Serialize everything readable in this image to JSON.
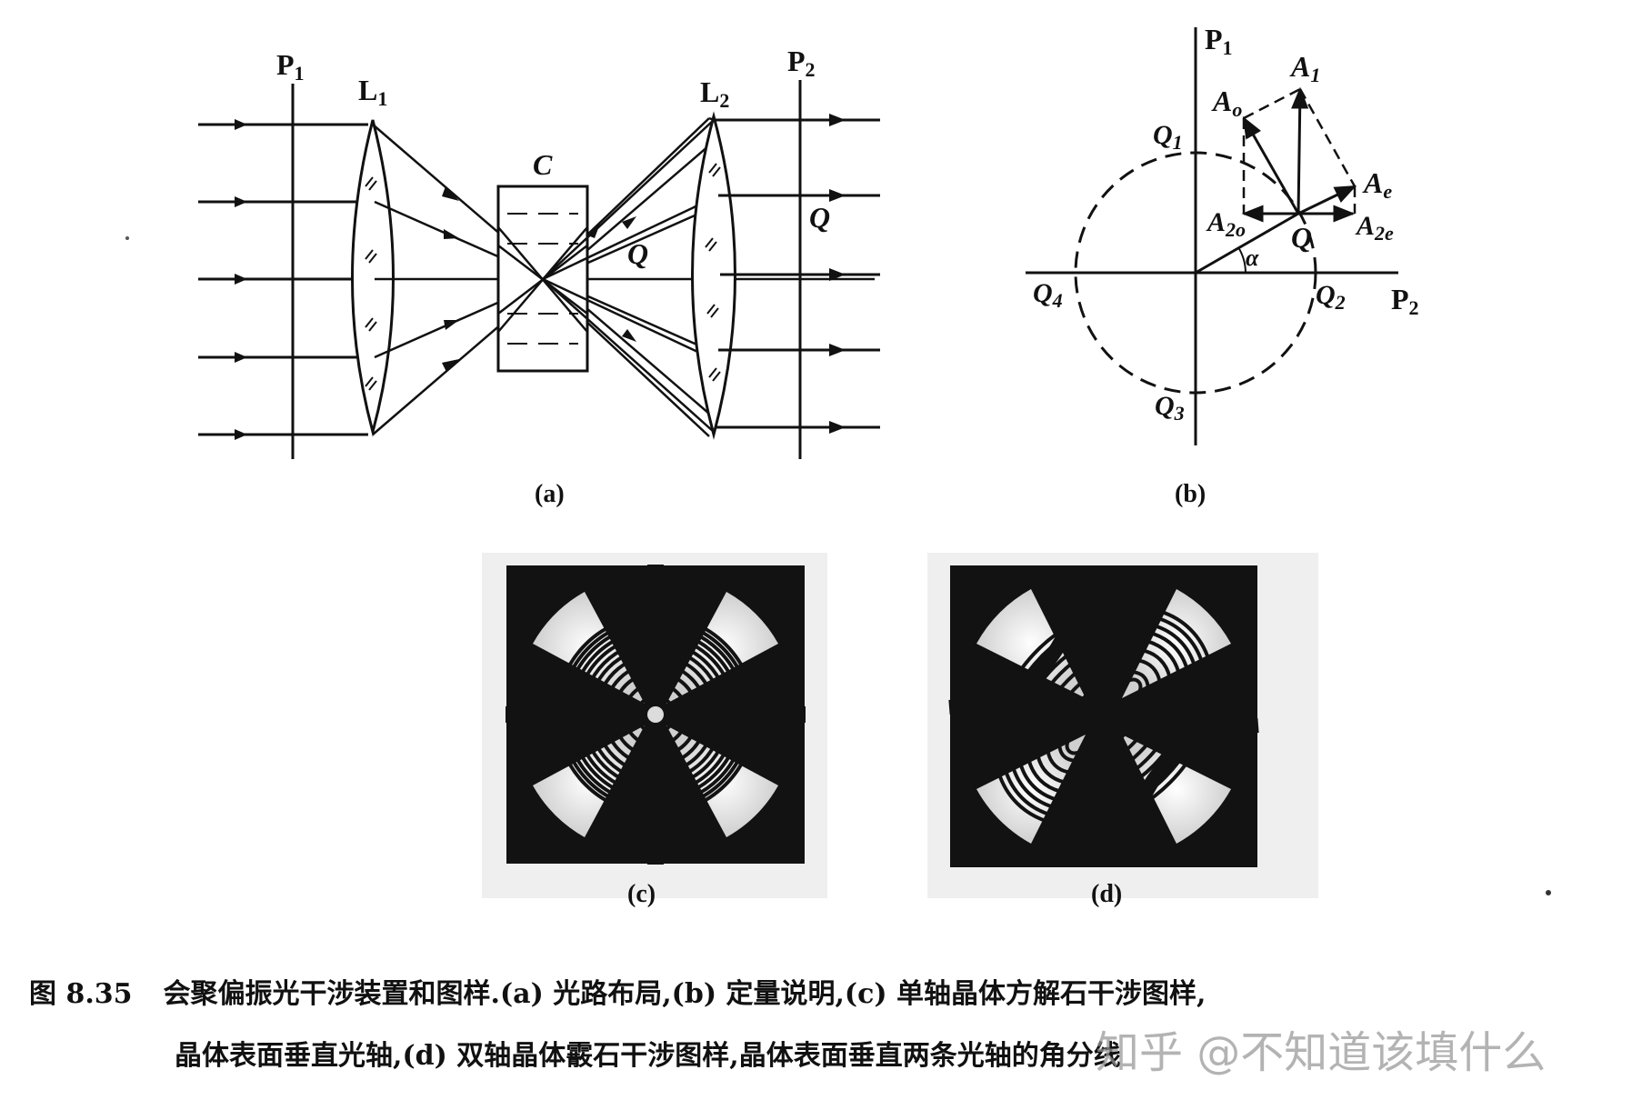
{
  "panel_a": {
    "label_P1": "P",
    "label_P1_sub": "1",
    "label_P2": "P",
    "label_P2_sub": "2",
    "label_L1": "L",
    "label_L1_sub": "1",
    "label_L2": "L",
    "label_L2_sub": "2",
    "label_C": "C",
    "label_Q_center": "Q",
    "label_Q_right": "Q",
    "caption": "(a)"
  },
  "panel_b": {
    "label_P1": "P",
    "label_P1_sub": "1",
    "label_P2": "P",
    "label_P2_sub": "2",
    "label_A1": "A",
    "label_A1_sub": "1",
    "label_A0": "A",
    "label_A0_sub": "o",
    "label_Ae": "A",
    "label_Ae_sub": "e",
    "label_A2o": "A",
    "label_A2o_sub": "2o",
    "label_A2e": "A",
    "label_A2e_sub": "2e",
    "label_Q": "Q",
    "label_alpha": "α",
    "label_Q1": "Q",
    "label_Q1_sub": "1",
    "label_Q2": "Q",
    "label_Q2_sub": "2",
    "label_Q3": "Q",
    "label_Q3_sub": "3",
    "label_Q4": "Q",
    "label_Q4_sub": "4",
    "caption": "(b)"
  },
  "panel_c": {
    "caption": "(c)"
  },
  "panel_d": {
    "caption": "(d)"
  },
  "figure_caption": {
    "number": "图 8.35",
    "line1": "会聚偏振光干涉装置和图样.(a) 光路布局,(b) 定量说明,(c) 单轴晶体方解石干涉图样,",
    "line2": "晶体表面垂直光轴,(d) 双轴晶体霰石干涉图样,晶体表面垂直两条光轴的角分线"
  },
  "watermark": "知乎 @不知道该填什么",
  "icons": {
    "arrowhead": "arrowhead-icon",
    "interference_photo": "interference-pattern-icon"
  }
}
